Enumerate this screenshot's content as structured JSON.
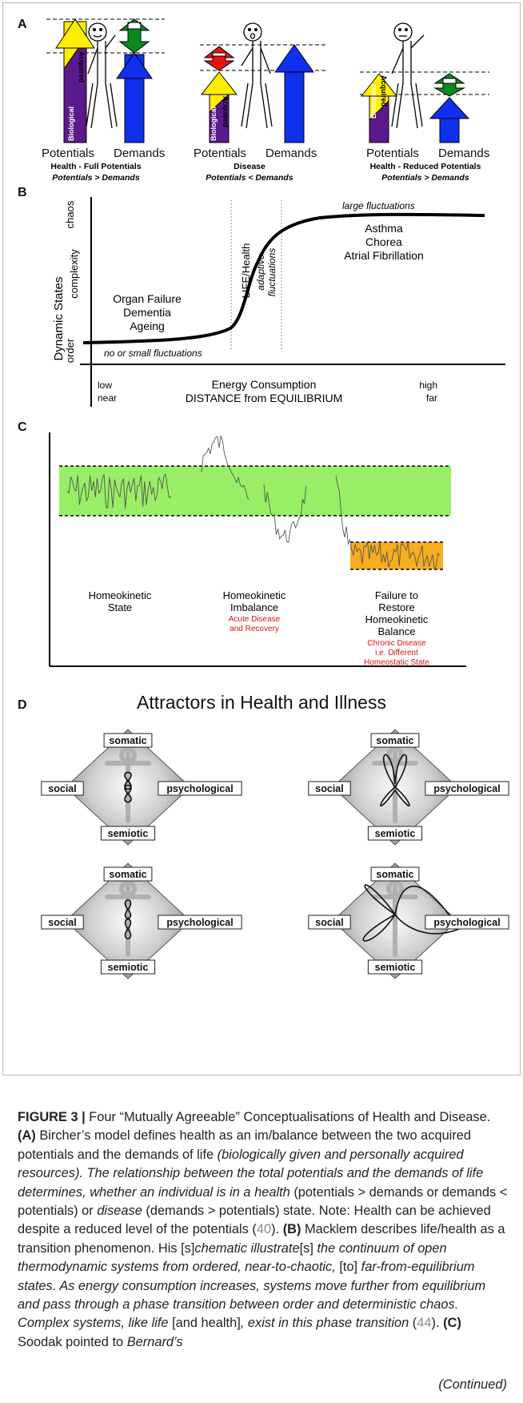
{
  "panels": {
    "a": {
      "letter": "A",
      "arrow_acquired": "Acquired",
      "arrow_biological": "Biological",
      "col_potentials": "Potentials",
      "col_demands": "Demands",
      "states": [
        {
          "title": "Health - Full Potentials",
          "relation": "Potentials > Demands"
        },
        {
          "title": "Disease",
          "relation": "Potentials < Demands"
        },
        {
          "title": "Health - Reduced Potentials",
          "relation": "Potentials > Demands"
        }
      ],
      "colors": {
        "acquired": "#ffee00",
        "biological": "#5a1a8c",
        "demands": "#1030ee",
        "surplus": "#0a8a1e",
        "deficit": "#ee1111"
      }
    },
    "b": {
      "letter": "B",
      "y_axis_title": "Dynamic States",
      "y_sub": "complexity",
      "y_chaos": "chaos",
      "y_order": "order",
      "top_note": "large fluctuations",
      "high_labels": [
        "Asthma",
        "Chorea",
        "Atrial Fibrillation"
      ],
      "low_labels": [
        "Organ Failure",
        "Dementia",
        "Ageing"
      ],
      "bottom_note": "no or small fluctuations",
      "life_label": "LIFE/Health",
      "adaptive_1": "adaptive",
      "adaptive_2": "fluctuations",
      "x_low": "low",
      "x_near": "near",
      "x_high": "high",
      "x_far": "far",
      "x_title_1": "Energy Consumption",
      "x_title_2": "DISTANCE from EQUILIBRIUM"
    },
    "c": {
      "letter": "C",
      "colors": {
        "band": "#99ee66",
        "chronic_band": "#f5ae1e",
        "red_text": "#dd1111"
      },
      "labels": [
        {
          "lines": [
            "Homeokinetic",
            "State"
          ],
          "red": []
        },
        {
          "lines": [
            "Homeokinetic",
            "Imbalance"
          ],
          "red": [
            "Acute Disease",
            "and Recovery"
          ]
        },
        {
          "lines": [
            "Failure to",
            "Restore",
            "Homeokinetic",
            "Balance"
          ],
          "red": [
            "Chronic Disease",
            "i.e. Different",
            "Homeostatic State"
          ]
        }
      ]
    },
    "d": {
      "letter": "D",
      "title": "Attractors in Health and Illness",
      "corners": {
        "top": "somatic",
        "left": "social",
        "right": "psychological",
        "bottom": "semiotic"
      }
    }
  },
  "caption": {
    "figure_label": "FIGURE 3 |",
    "seg1": " Four “Mutually Agreeable” Conceptualisations of Health and Disease. ",
    "a_label": "(A)",
    "seg2": " Bircher’s model defines health as an im/balance between the two acquired potentials and the demands of life ",
    "seg3_italic": "(biologically given and personally acquired resources). The relationship between the total potentials and the demands of life determines, whether an individual is in a health",
    "seg4": " (potentials > demands or demands < potentials) or ",
    "seg5_italic": "disease",
    "seg6": " (demands > potentials) state. Note: Health can be achieved despite a reduced level of the potentials (",
    "ref1": "40",
    "seg7": "). ",
    "b_label": "(B)",
    "seg8": " Macklem describes life/health as a transition phenomenon. His [s]",
    "seg9_italic": "chematic illustrate",
    "seg10": "[s] ",
    "seg11_italic": "the continuum of open thermodynamic systems from ordered, near-to-chaotic,",
    "seg12": " [to] ",
    "seg13_italic": "far-from-equilibrium states. As energy consumption increases, systems move further from equilibrium and pass through a phase transition between order and deterministic chaos. Complex systems, like life",
    "seg14": " [and health]",
    "seg15_italic": ", exist in this phase transition",
    "seg16": " (",
    "ref2": "44",
    "seg17": "). ",
    "c_label": "(C)",
    "seg18": " Soodak pointed to ",
    "seg19_italic": "Bernard’s",
    "continued": "(Continued)"
  }
}
